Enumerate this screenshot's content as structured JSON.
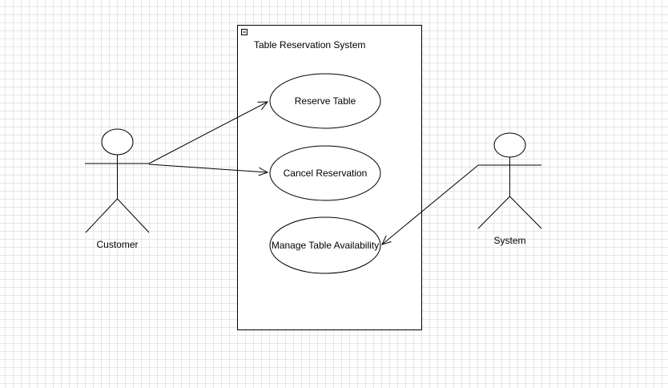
{
  "system": {
    "title": "Table Reservation System",
    "collapse_glyph": "minus-icon"
  },
  "use_cases": [
    {
      "label": "Reserve Table"
    },
    {
      "label": "Cancel Reservation"
    },
    {
      "label": "Manage Table Availability"
    }
  ],
  "actors": [
    {
      "label": "Customer"
    },
    {
      "label": "System"
    }
  ],
  "associations": [
    {
      "from": "Customer",
      "to": "Reserve Table"
    },
    {
      "from": "Customer",
      "to": "Cancel Reservation"
    },
    {
      "from": "System",
      "to": "Manage Table Availability"
    }
  ],
  "colors": {
    "stroke": "#000000",
    "fill": "#ffffff",
    "grid": "#e6e6e6"
  }
}
